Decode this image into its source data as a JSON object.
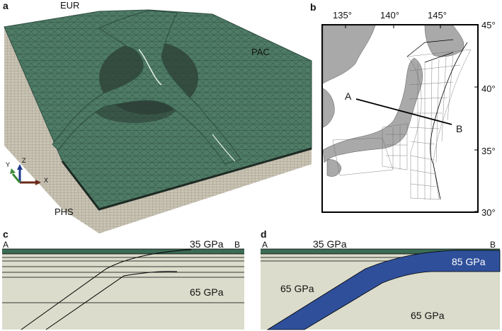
{
  "panels": {
    "a": {
      "letter": "a",
      "plates": [
        "EUR",
        "PAC",
        "PHS"
      ],
      "axes": {
        "x": "X",
        "y": "Y",
        "z": "Z"
      },
      "colors": {
        "mesh": "#4f7c66",
        "mesh_line": "#2f4f42",
        "side": "#c9c3b4"
      }
    },
    "b": {
      "letter": "b",
      "lon_ticks": [
        "135°",
        "140°",
        "145°"
      ],
      "lat_ticks": [
        "45°",
        "40°",
        "35°",
        "30°"
      ],
      "profile_start": "A",
      "profile_end": "B",
      "colors": {
        "land": "#a9a9a9",
        "sea": "#ffffff"
      }
    },
    "c": {
      "letter": "c",
      "left": "A",
      "right": "B",
      "upper_modulus": "35 GPa",
      "lower_modulus": "65 GPa",
      "colors": {
        "background": "#dcdccc",
        "top_layer": "#3c6b55"
      }
    },
    "d": {
      "letter": "d",
      "left": "A",
      "right": "B",
      "upper_modulus": "35 GPa",
      "slab_modulus": "85 GPa",
      "left_modulus": "65 GPa",
      "lower_modulus": "65 GPa",
      "colors": {
        "background": "#dcdccc",
        "slab": "#2f4f9a",
        "top_layer": "#3c6b55"
      }
    }
  }
}
